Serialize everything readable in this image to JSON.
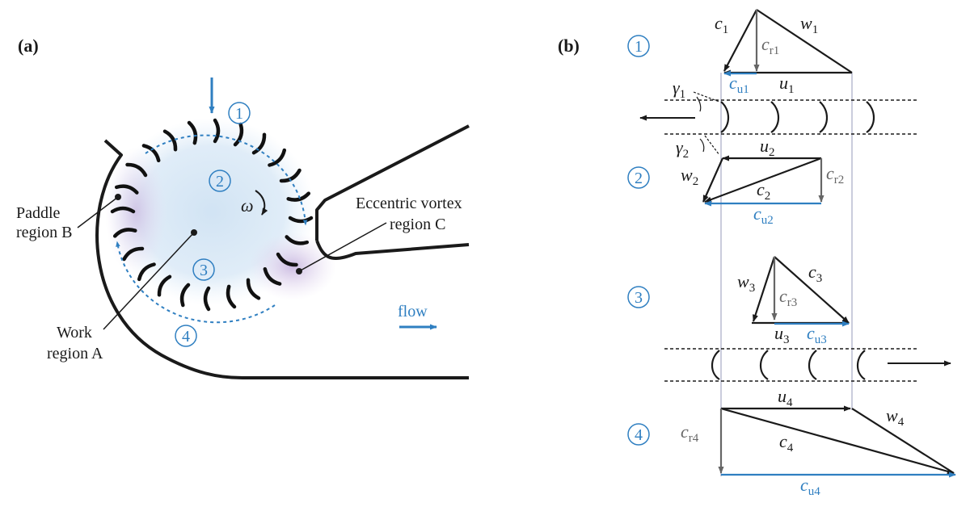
{
  "panel_a": {
    "panel_label": "(a)",
    "labels": {
      "paddle_line1": "Paddle",
      "paddle_line2": "region B",
      "eccentric_line1": "Eccentric vortex",
      "eccentric_line2": "region C",
      "work_line1": "Work",
      "work_line2": "region A",
      "flow": "flow",
      "omega": "ω"
    },
    "positions": [
      "1",
      "2",
      "3",
      "4"
    ]
  },
  "panel_b": {
    "panel_label": "(b)",
    "positions": [
      "1",
      "2",
      "3",
      "4"
    ],
    "gamma1": {
      "sym": "γ",
      "sub": "1"
    },
    "gamma2": {
      "sym": "γ",
      "sub": "2"
    },
    "triangle1": {
      "c": {
        "sym": "c",
        "sub": "1"
      },
      "w": {
        "sym": "w",
        "sub": "1"
      },
      "cr": {
        "sym": "c",
        "sub": "r1"
      },
      "cu": {
        "sym": "c",
        "sub": "u1"
      },
      "u": {
        "sym": "u",
        "sub": "1"
      }
    },
    "triangle2": {
      "u": {
        "sym": "u",
        "sub": "2"
      },
      "w": {
        "sym": "w",
        "sub": "2"
      },
      "c": {
        "sym": "c",
        "sub": "2"
      },
      "cr": {
        "sym": "c",
        "sub": "r2"
      },
      "cu": {
        "sym": "c",
        "sub": "u2"
      }
    },
    "triangle3": {
      "w": {
        "sym": "w",
        "sub": "3"
      },
      "c": {
        "sym": "c",
        "sub": "3"
      },
      "cr": {
        "sym": "c",
        "sub": "r3"
      },
      "u": {
        "sym": "u",
        "sub": "3"
      },
      "cu": {
        "sym": "c",
        "sub": "u3"
      }
    },
    "triangle4": {
      "u": {
        "sym": "u",
        "sub": "4"
      },
      "w": {
        "sym": "w",
        "sub": "4"
      },
      "cr": {
        "sym": "c",
        "sub": "r4"
      },
      "c": {
        "sym": "c",
        "sub": "4"
      },
      "cu": {
        "sym": "c",
        "sub": "u4"
      }
    }
  },
  "colors": {
    "accent_blue": "#2f7fc1",
    "ink": "#1a1a1a",
    "gray_vector": "#666666",
    "guide_line": "#b8bcd0"
  }
}
